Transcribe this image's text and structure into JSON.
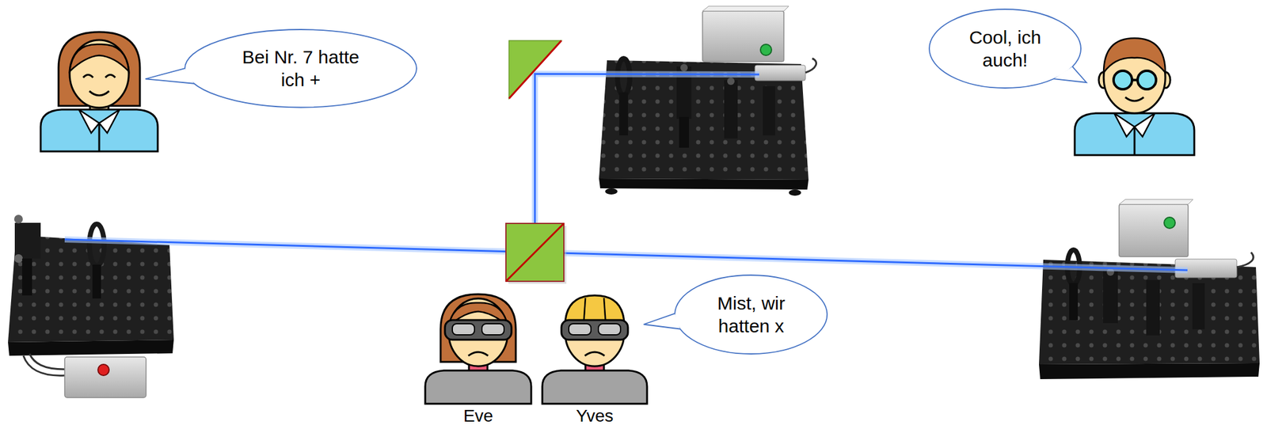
{
  "diagram": {
    "nodes": [
      {
        "text": [
          "Bei Nr. 7 hatte ich +"
        ]
      },
      {
        "text": [
          "Cool, ich auch!"
        ]
      },
      {
        "text": [
          "Mist, wir hatten x"
        ]
      }
    ],
    "labels": [
      "Eve",
      "Yves"
    ]
  }
}
